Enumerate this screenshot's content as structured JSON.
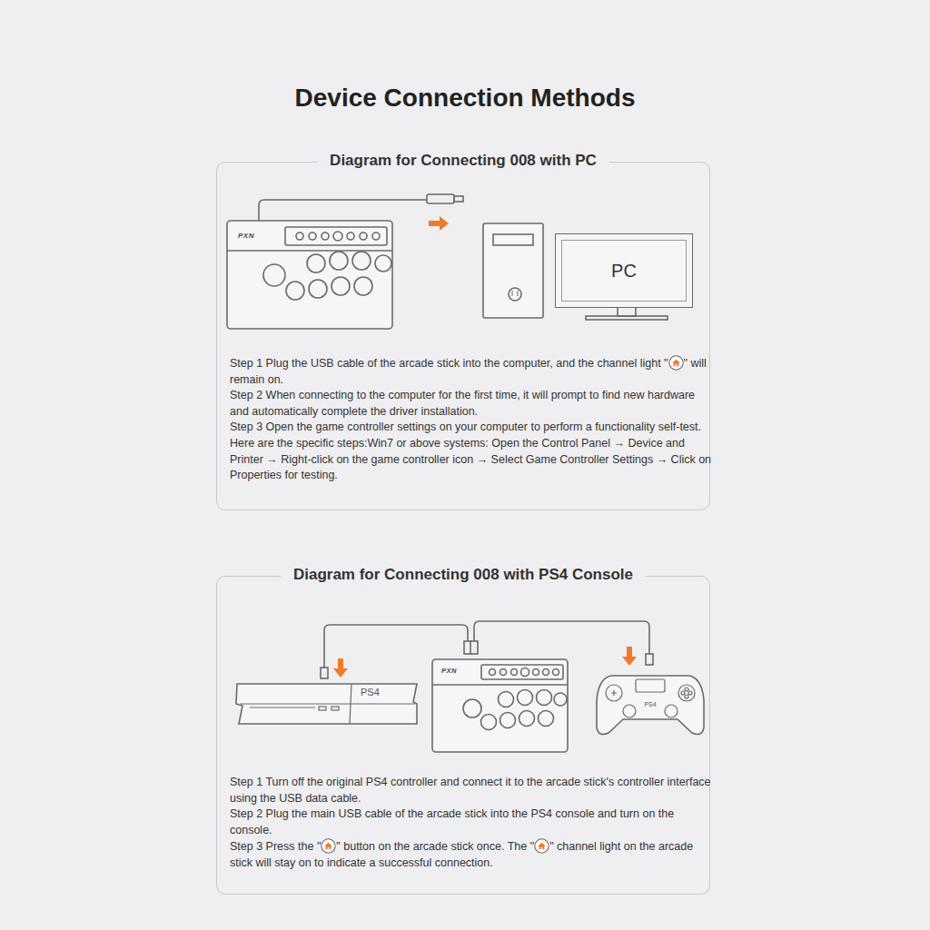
{
  "diagram": {
    "title": "Device Connection Methods",
    "nodes": [
      {
        "text": [
          "Diagram for Connecting 008 with PC",
          "Step 1 Plug the USB cable of the arcade stick into the computer, and the channel light \"",
          "\" will remain on.",
          "Step 2 When connecting to the computer for the first time, it will prompt to find new hardware and automatically complete the driver installation.",
          "Step 3 Open the game controller settings on your computer to perform a functionality self-test.",
          "Here are the specific steps:Win7 or above systems: Open the Control Panel → Device and Printer → Right-click on the game controller icon → Select Game Controller Settings → Click on Properties for testing."
        ]
      },
      {
        "text": [
          "PC"
        ],
        "in": 0
      },
      {
        "text": [
          "Diagram for Connecting 008 with PS4 Console",
          "Step 1 Turn off the original PS4 controller and connect it to the arcade stick's controller interface using the USB data cable.",
          "Step 2 Plug the main USB cable of the arcade stick into the PS4 console and turn on the console.",
          "Step 3 Press the \"",
          "\" button on the arcade stick once. The \"",
          "\" channel light on the arcade stick will stay on to indicate a successful connection."
        ]
      },
      {
        "text": [
          "PS4"
        ],
        "in": 2
      },
      {
        "text": [
          "PS4"
        ],
        "in": 2
      }
    ],
    "labels": [
      "PXN",
      "PXN"
    ]
  }
}
